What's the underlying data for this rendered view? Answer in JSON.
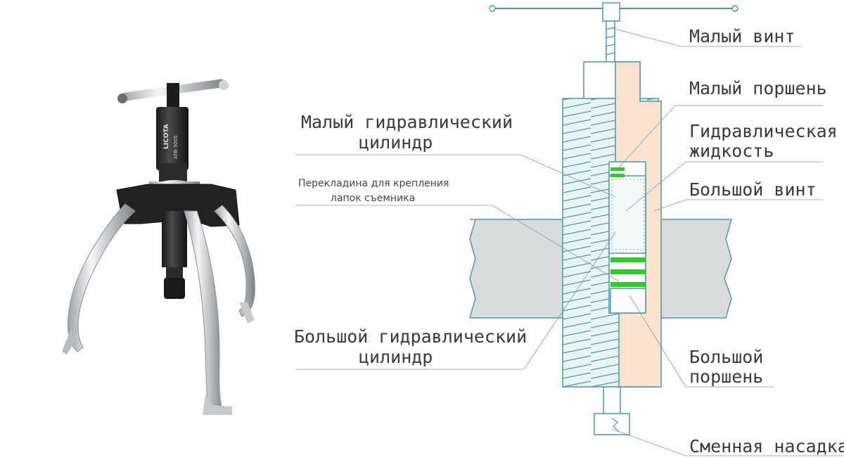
{
  "photo": {
    "brand_text": "LICOTA",
    "model_text": "ATB-3005"
  },
  "labels": {
    "small_screw": "Малый винт",
    "small_piston": "Малый поршень",
    "hydraulic_fluid_line1": "Гидравлическая",
    "hydraulic_fluid_line2": "жидкость",
    "big_screw": "Большой винт",
    "big_piston_line1": "Большой",
    "big_piston_line2": "поршень",
    "replaceable_tip": "Сменная насадка",
    "small_cylinder_line1": "Малый гидравлический",
    "small_cylinder_line2": "цилиндр",
    "crossbar_line1": "Перекладина для крепления",
    "crossbar_line2": "лапок съемника",
    "big_cylinder_line1": "Большой гидравлический",
    "big_cylinder_line2": "цилиндр"
  },
  "colors": {
    "outline": "#4a9aa5",
    "fill_light": "#e9f4f5",
    "beam": "#d9dcdc",
    "body_tan": "#fbe3cf",
    "seal_green": "#32c832",
    "leader": "#7a9ea6"
  }
}
